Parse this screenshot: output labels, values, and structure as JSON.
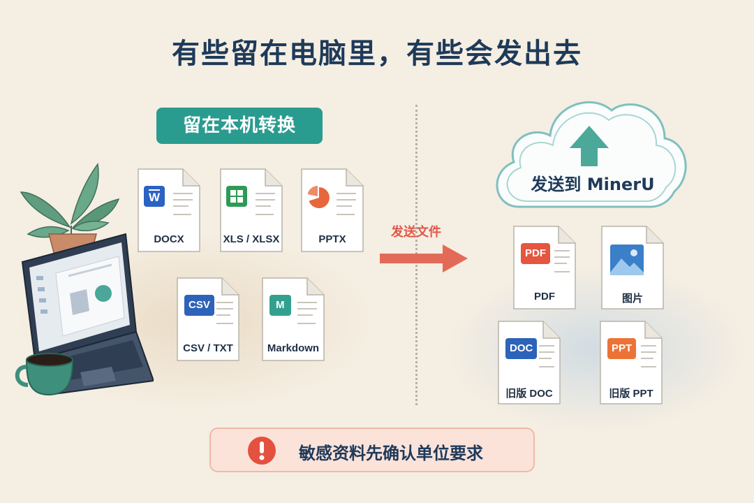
{
  "title": "有些留在电脑里，有些会发出去",
  "local_badge": "留在本机转换",
  "local_files": [
    {
      "label": "DOCX",
      "icon": "word-icon"
    },
    {
      "label": "XLS / XLSX",
      "icon": "excel-icon"
    },
    {
      "label": "PPTX",
      "icon": "powerpoint-icon"
    },
    {
      "label": "CSV / TXT",
      "icon": "csv-icon",
      "tag": "CSV"
    },
    {
      "label": "Markdown",
      "icon": "markdown-icon",
      "tag": "M"
    }
  ],
  "send_label": "发送文件",
  "cloud_label": "发送到 MinerU",
  "remote_files": [
    {
      "label": "PDF",
      "icon": "pdf-icon",
      "tag": "PDF"
    },
    {
      "label": "图片",
      "icon": "image-icon"
    },
    {
      "label": "旧版 DOC",
      "icon": "doc-icon",
      "tag": "DOC"
    },
    {
      "label": "旧版 PPT",
      "icon": "ppt-icon",
      "tag": "PPT"
    }
  ],
  "warning_text": "敏感资料先确认单位要求",
  "colors": {
    "background": "#f5eee2",
    "teal": "#2a9b8f",
    "navy": "#1e3a5a",
    "red": "#e0584a",
    "word_blue": "#2b62c4",
    "excel_green": "#2e9a55",
    "ppt_orange": "#e8663c",
    "doc_blue": "#2d63b8",
    "markdown_teal": "#33a08f"
  }
}
